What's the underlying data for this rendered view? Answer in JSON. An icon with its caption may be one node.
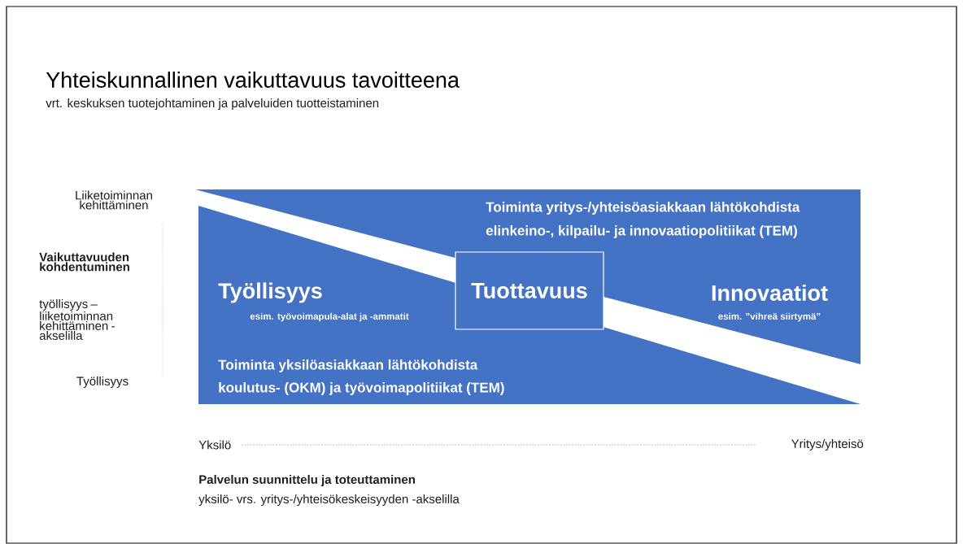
{
  "diagram": {
    "title": "Yhteiskunnallinen vaikuttavuus tavoitteena",
    "nodes": [
      {
        "text": [
          "Toiminta yritys-/yhteisöasiakkaan lähtökohdista",
          "elinkeino-, kilpailu- ja innovaatiopolitiikat (TEM)",
          "Innovaatiot",
          "esim. ”vihreä siirtymä”"
        ]
      },
      {
        "text": [
          "Työllisyys",
          "esim. työvoimapula-alat  ja -ammatit",
          "Toiminta yksilöasiakkaan lähtökohdista",
          "koulutus- (OKM) ja työvoimapolitiikat (TEM)"
        ]
      },
      {
        "text": [
          "Tuottavuus"
        ]
      }
    ],
    "edges": [],
    "labels": [
      "vrt. keskuksen tuotejohtaminen ja palveluiden tuotteistaminen",
      "Liiketoiminnan kehittäminen",
      "Vaikuttavuuden kohdentuminen",
      "työllisyys – liiketoiminnan kehittäminen -akselilla",
      "Työllisyys",
      "Yksilö",
      "Yritys/yhteisö",
      "Palvelun suunnittelu ja toteuttaminen",
      "yksilö-  vrs. yritys-/yhteisökeskeisyyden -akselilla"
    ]
  }
}
